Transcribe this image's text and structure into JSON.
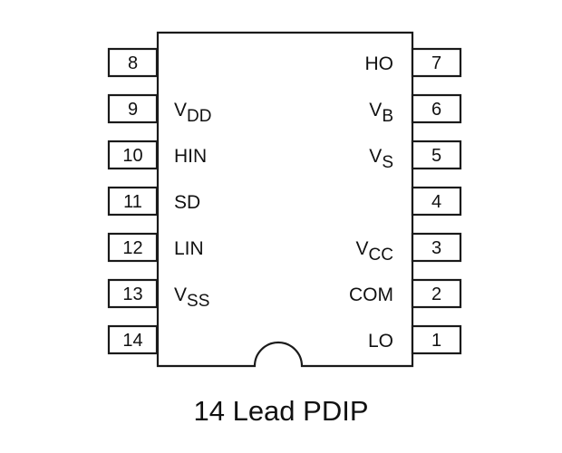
{
  "package_caption": "14 Lead PDIP",
  "left_pins": [
    {
      "number": "8",
      "label": "",
      "sub": ""
    },
    {
      "number": "9",
      "label": "V",
      "sub": "DD"
    },
    {
      "number": "10",
      "label": "HIN",
      "sub": ""
    },
    {
      "number": "11",
      "label": "SD",
      "sub": ""
    },
    {
      "number": "12",
      "label": "LIN",
      "sub": ""
    },
    {
      "number": "13",
      "label": "V",
      "sub": "SS"
    },
    {
      "number": "14",
      "label": "",
      "sub": ""
    }
  ],
  "right_pins": [
    {
      "number": "7",
      "label": "HO",
      "sub": ""
    },
    {
      "number": "6",
      "label": "V",
      "sub": "B"
    },
    {
      "number": "5",
      "label": "V",
      "sub": "S"
    },
    {
      "number": "4",
      "label": "",
      "sub": ""
    },
    {
      "number": "3",
      "label": "V",
      "sub": "CC"
    },
    {
      "number": "2",
      "label": "COM",
      "sub": ""
    },
    {
      "number": "1",
      "label": "LO",
      "sub": ""
    }
  ],
  "colors": {
    "outline": "#1a1a1a",
    "text": "#111111",
    "background": "#ffffff"
  }
}
